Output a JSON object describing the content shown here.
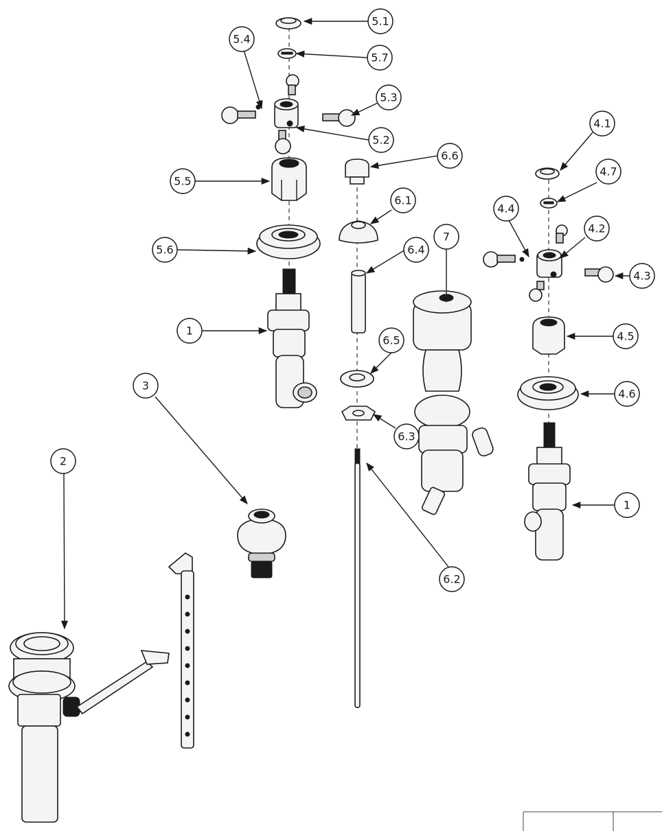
{
  "balloons": {
    "b51": "5.1",
    "b57": "5.7",
    "b54": "5.4",
    "b53": "5.3",
    "b52": "5.2",
    "b55": "5.5",
    "b56": "5.6",
    "b1a": "1",
    "b3": "3",
    "b2": "2",
    "b66": "6.6",
    "b61": "6.1",
    "b64": "6.4",
    "b65": "6.5",
    "b63": "6.3",
    "b62": "6.2",
    "b7": "7",
    "b41": "4.1",
    "b47": "4.7",
    "b44": "4.4",
    "b42": "4.2",
    "b43": "4.3",
    "b45": "4.5",
    "b46": "4.6",
    "b1b": "1"
  }
}
